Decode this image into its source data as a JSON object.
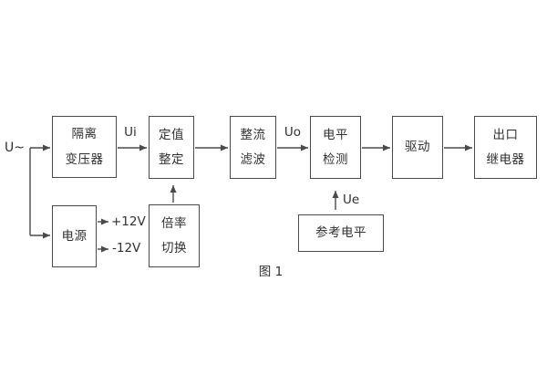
{
  "diagram": {
    "caption": "图 1",
    "boxes": {
      "isolation_transformer": {
        "line1": "隔离",
        "line2": "变压器"
      },
      "value_setting": {
        "line1": "定值",
        "line2": "整定"
      },
      "rectifier_filter": {
        "line1": "整流",
        "line2": "滤波"
      },
      "level_detection": {
        "line1": "电平",
        "line2": "检测"
      },
      "driver": {
        "label": "驱动"
      },
      "output_relay": {
        "line1": "出口",
        "line2": "继电器"
      },
      "power_supply": {
        "label": "电源"
      },
      "ratio_switch": {
        "line1": "倍率",
        "line2": "切换"
      },
      "reference_level": {
        "label": "参考电平"
      }
    },
    "signals": {
      "input": "U~",
      "ui": "Ui",
      "uo": "Uo",
      "ue": "Ue",
      "rail_positive": "+12V",
      "rail_negative": "-12V"
    },
    "colors": {
      "line": "#4a4a4a",
      "text": "#303030",
      "background": "#ffffff"
    }
  }
}
